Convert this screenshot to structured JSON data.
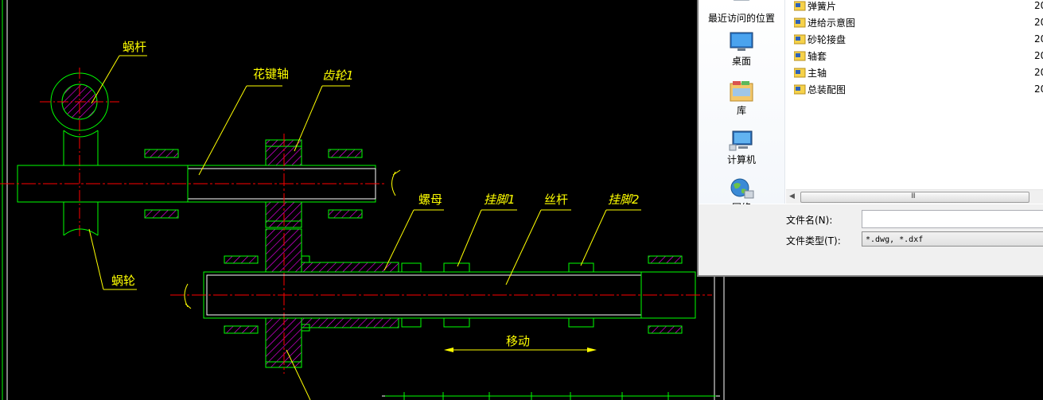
{
  "drawing": {
    "labels": {
      "worm": "蜗杆",
      "spline_shaft": "花键轴",
      "gear1": "齿轮1",
      "nut": "螺母",
      "foot1": "挂脚1",
      "lead_screw": "丝杆",
      "foot2": "挂脚2",
      "worm_wheel": "蜗轮",
      "move": "移动"
    },
    "colors": {
      "outline": "#00ff00",
      "centerline": "#ff0000",
      "hatch": "#ff00ff",
      "text": "#ffff00",
      "white": "#ffffff"
    }
  },
  "dialog": {
    "places": [
      {
        "label": "最近访问的位置",
        "icon": "recent-places-icon"
      },
      {
        "label": "桌面",
        "icon": "desktop-icon"
      },
      {
        "label": "库",
        "icon": "library-icon"
      },
      {
        "label": "计算机",
        "icon": "computer-icon"
      },
      {
        "label": "网络",
        "icon": "network-icon"
      }
    ],
    "files": [
      {
        "name": "弹簧片",
        "date": "20"
      },
      {
        "name": "进给示意图",
        "date": "20"
      },
      {
        "name": "砂轮接盘",
        "date": "20"
      },
      {
        "name": "轴套",
        "date": "20"
      },
      {
        "name": "主轴",
        "date": "20"
      },
      {
        "name": "总装配图",
        "date": "20"
      }
    ],
    "scrollbar_grip": "III",
    "filename_label": "文件名(N):",
    "filename_value": "",
    "filetype_label": "文件类型(T):",
    "filetype_value": "*.dwg, *.dxf"
  }
}
